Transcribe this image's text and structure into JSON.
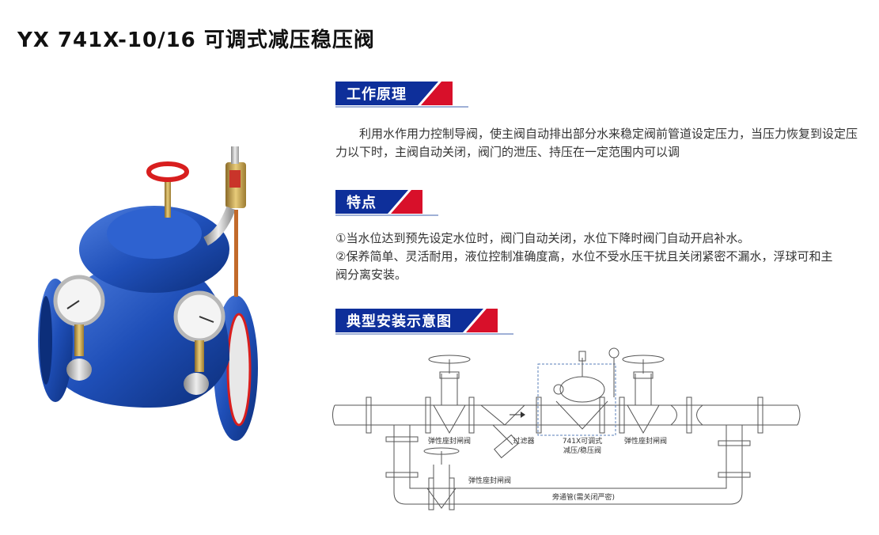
{
  "page": {
    "title": "YX 741X-10/16 可调式减压稳压阀"
  },
  "sections": {
    "principle": {
      "heading": "工作原理",
      "text": "利用水作用力控制导阀，使主阀自动排出部分水来稳定阀前管道设定压力，当压力恢复到设定压力以下时，主阀自动关闭，阀门的泄压、持压在一定范围内可以调"
    },
    "features": {
      "heading": "特点",
      "items": [
        "①当水位达到预先设定水位时，阀门自动关闭，水位下降时阀门自动开启补水。",
        "②保养简单、灵活耐用，液位控制准确度高，水位不受水压干扰且关闭紧密不漏水，浮球可和主阀分离安装。"
      ]
    },
    "diagram": {
      "heading": "典型安装示意图",
      "labels": {
        "gate_valve_left": "弹性座封闸阀",
        "filter": "过滤器",
        "main_valve_line1": "741X可调式",
        "main_valve_line2": "减压/稳压阀",
        "gate_valve_right": "弹性座封闸阀",
        "gate_valve_bypass": "弹性座封闸阀",
        "bypass_pipe": "旁通管(需关闭严密)"
      }
    }
  },
  "colors": {
    "heading_bar": "#0e2f9a",
    "heading_accent": "#d8102a",
    "valve_body": "#1f4fb8",
    "handwheel": "#d81e1e",
    "brass": "#c9a24a"
  }
}
